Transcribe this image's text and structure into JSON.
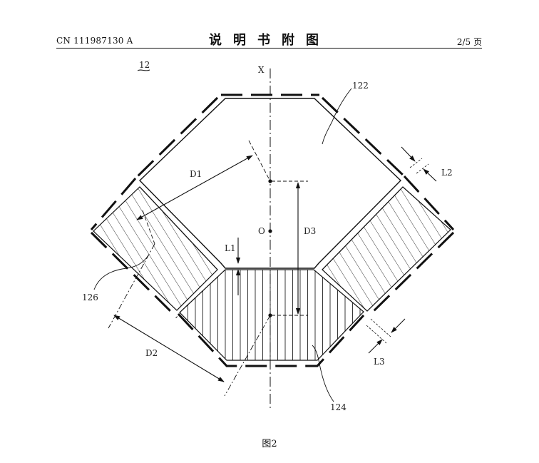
{
  "header": {
    "publication_number": "CN 111987130 A",
    "section_title": "说明书附图",
    "page_number": "2/5 页"
  },
  "figure": {
    "caption": "图2",
    "labels": {
      "ref_12": "12",
      "axis_x": "X",
      "ref_122": "122",
      "ref_124": "124",
      "ref_126": "126",
      "dim_d1": "D1",
      "dim_d2": "D2",
      "dim_d3": "D3",
      "dim_l1": "L1",
      "dim_l2": "L2",
      "dim_l3": "L3",
      "center_o": "O"
    }
  }
}
